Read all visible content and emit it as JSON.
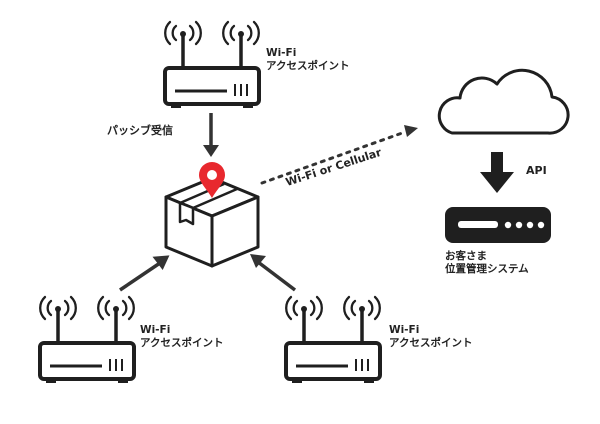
{
  "access_points": [
    {
      "line1": "Wi-Fi",
      "line2": "アクセスポイント"
    },
    {
      "line1": "Wi-Fi",
      "line2": "アクセスポイント"
    },
    {
      "line1": "Wi-Fi",
      "line2": "アクセスポイント"
    }
  ],
  "passive_label": "パッシブ受信",
  "link_label": "Wi-Fi or Cellular",
  "api_label": "API",
  "server": {
    "line1": "お客さま",
    "line2": "位置管理システム"
  },
  "colors": {
    "ink": "#1f1f1f",
    "pin": "#e8282e",
    "arrow": "#333333",
    "box_fill": "#ffffff"
  },
  "icons": [
    "router-icon",
    "wifi-signal-icon",
    "package-box-icon",
    "location-pin-icon",
    "cloud-icon",
    "server-icon"
  ]
}
